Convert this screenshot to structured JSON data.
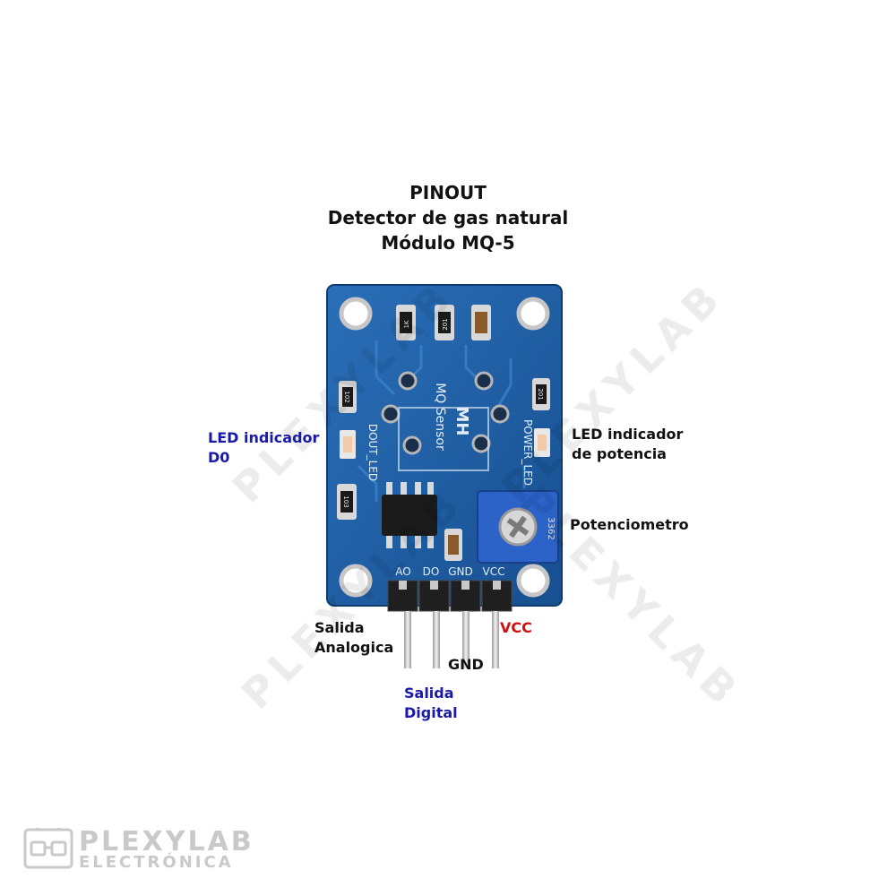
{
  "title": {
    "line1": "PINOUT",
    "line2": "Detector de gas natural",
    "line3": "Módulo MQ-5"
  },
  "labels": {
    "led_d0_line1": "LED indicador",
    "led_d0_line2": "D0",
    "led_power_line1": "LED indicador",
    "led_power_line2": "de potencia",
    "potentiometer": "Potenciometro",
    "analog_line1": "Salida",
    "analog_line2": "Analogica",
    "gnd": "GND",
    "vcc": "VCC",
    "digital_line1": "Salida",
    "digital_line2": "Digital"
  },
  "board": {
    "silk_mh": "MH",
    "silk_sensor": "MQ Sensor",
    "silk_dout": "DOUT_LED",
    "silk_power": "POWER_LED",
    "pin_ao": "AO",
    "pin_do": "DO",
    "pin_gnd": "GND",
    "pin_vcc": "VCC",
    "pot_code": "3362",
    "res1": "1K",
    "res2": "201",
    "res3": "102",
    "res4": "103",
    "res5": "201"
  },
  "watermark": {
    "text": "PLEXYLAB"
  },
  "logo": {
    "line1": "PLEXYLAB",
    "line2": "ELECTRÓNICA"
  },
  "colors": {
    "blue_label": "#1a1aa8",
    "red_label": "#d01010",
    "black_label": "#111111",
    "pcb_blue": "#1e5fa6"
  }
}
